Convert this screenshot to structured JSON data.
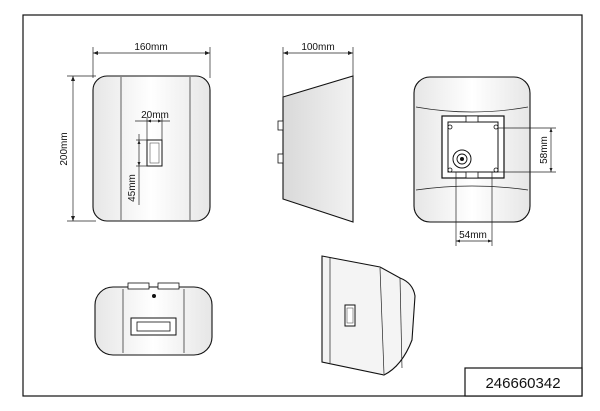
{
  "views": {
    "front": {
      "width_label": "160mm",
      "height_label": "200mm",
      "slot_width_label": "20mm",
      "slot_height_label": "45mm"
    },
    "side": {
      "depth_label": "100mm"
    },
    "back": {
      "mount_height_label": "58mm",
      "mount_width_label": "54mm"
    }
  },
  "product_code": "246660342"
}
